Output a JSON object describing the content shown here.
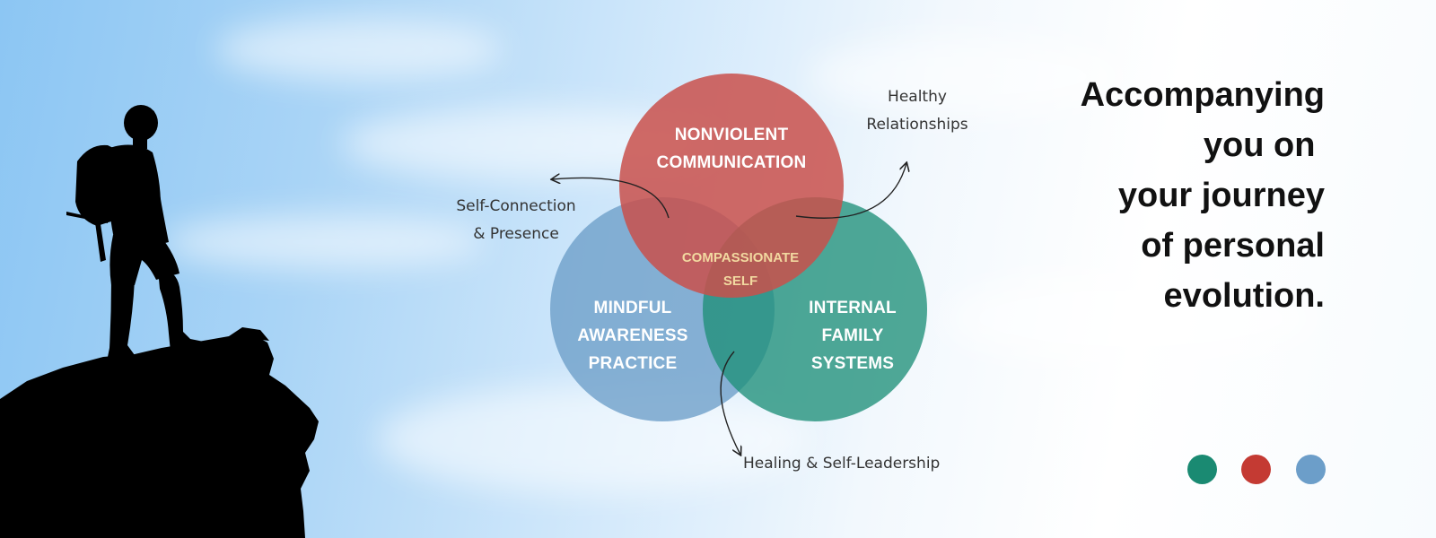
{
  "headline": {
    "lines": [
      "Accompanying",
      "you on ",
      "your journey",
      "of personal",
      "evolution."
    ]
  },
  "venn": {
    "top": {
      "lines": [
        "NONVIOLENT",
        "COMMUNICATION"
      ],
      "color": "#c9504b"
    },
    "left": {
      "lines": [
        "MINDFUL",
        "AWARENESS",
        "PRACTICE"
      ],
      "color": "#6b9dc8"
    },
    "right": {
      "lines": [
        "INTERNAL",
        "FAMILY",
        "SYSTEMS"
      ],
      "color": "#1f8f79"
    },
    "center": {
      "lines": [
        "COMPASSIONATE",
        "SELF"
      ],
      "color": "#f2d9a0"
    }
  },
  "annotations": {
    "self_connection": {
      "lines": [
        "Self-Connection",
        "& Presence"
      ]
    },
    "healthy_relationships": {
      "lines": [
        "Healthy",
        "Relationships"
      ]
    },
    "healing": {
      "lines": [
        "Healing & Self-Leadership"
      ]
    }
  },
  "dots": {
    "colors": [
      "#1a8a72",
      "#c43a33",
      "#6c9ec9"
    ]
  },
  "icons": {
    "hiker": "hiker-silhouette-icon",
    "rock": "cliff-rock-icon"
  }
}
